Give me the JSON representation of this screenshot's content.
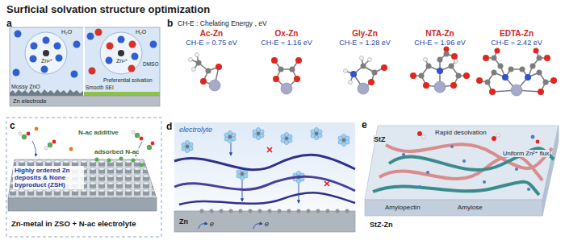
{
  "diagram": {
    "title": "Surficial solvation structure optimization",
    "labels": [
      "a",
      "H₂O",
      "Zn²⁺",
      "Mossy ZnO",
      "H₂O",
      "DMSO",
      "Zn²⁺",
      "Smooth SEI",
      "Preferential solvation",
      "Zn electrode",
      "b",
      "CH-E : Chelating Energy , eV",
      "Ac-Zn",
      "CH-E = 0.75 eV",
      "Ox-Zn",
      "CH-E = 1.16 eV",
      "Gly-Zn",
      "CH-E = 1.28 eV",
      "NTA-Zn",
      "CH-E = 1.96 eV",
      "EDTA-Zn",
      "CH-E = 2.42 eV",
      "c",
      "N-ac additive",
      "Highly ordered Zn deposits & None byproduct (ZSH)",
      "adsorbed N-ac",
      "Zn-metal in ZSO + N-ac electrolyte",
      "d",
      "electrolyte",
      "Zn",
      "e",
      "e",
      "e",
      "StZ",
      "Rapid desolvation",
      "Uniform Zn²⁺ flux",
      "Amylopectin",
      "Amylose",
      "StZ-Zn"
    ]
  }
}
